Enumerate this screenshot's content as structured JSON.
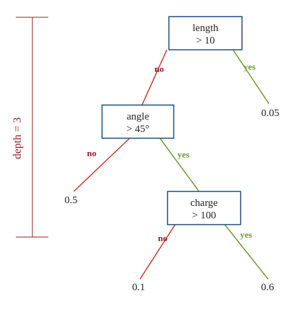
{
  "colors": {
    "no": "#c8362a",
    "yes": "#6a9a2c",
    "no_label": "#9b1b2a",
    "yes_label": "#6a9a2c",
    "node_border": "#1c4d78",
    "depth": "#8b1c1c"
  },
  "depth": {
    "label": "depth = 3"
  },
  "nodes": [
    {
      "id": "root",
      "line1": "length",
      "line2": "> 10"
    },
    {
      "id": "mid",
      "line1": "angle",
      "line2": "> 45°"
    },
    {
      "id": "low",
      "line1": "charge",
      "line2": "> 100"
    }
  ],
  "leaves": [
    {
      "id": "leaf-root-yes",
      "value": "0.05"
    },
    {
      "id": "leaf-mid-no",
      "value": "0.5"
    },
    {
      "id": "leaf-low-no",
      "value": "0.1"
    },
    {
      "id": "leaf-low-yes",
      "value": "0.6"
    }
  ],
  "edges": [
    {
      "id": "root-no",
      "label": "no",
      "kind": "no"
    },
    {
      "id": "root-yes",
      "label": "yes",
      "kind": "yes"
    },
    {
      "id": "mid-no",
      "label": "no",
      "kind": "no"
    },
    {
      "id": "mid-yes",
      "label": "yes",
      "kind": "yes"
    },
    {
      "id": "low-no",
      "label": "no",
      "kind": "no"
    },
    {
      "id": "low-yes",
      "label": "yes",
      "kind": "yes"
    }
  ]
}
